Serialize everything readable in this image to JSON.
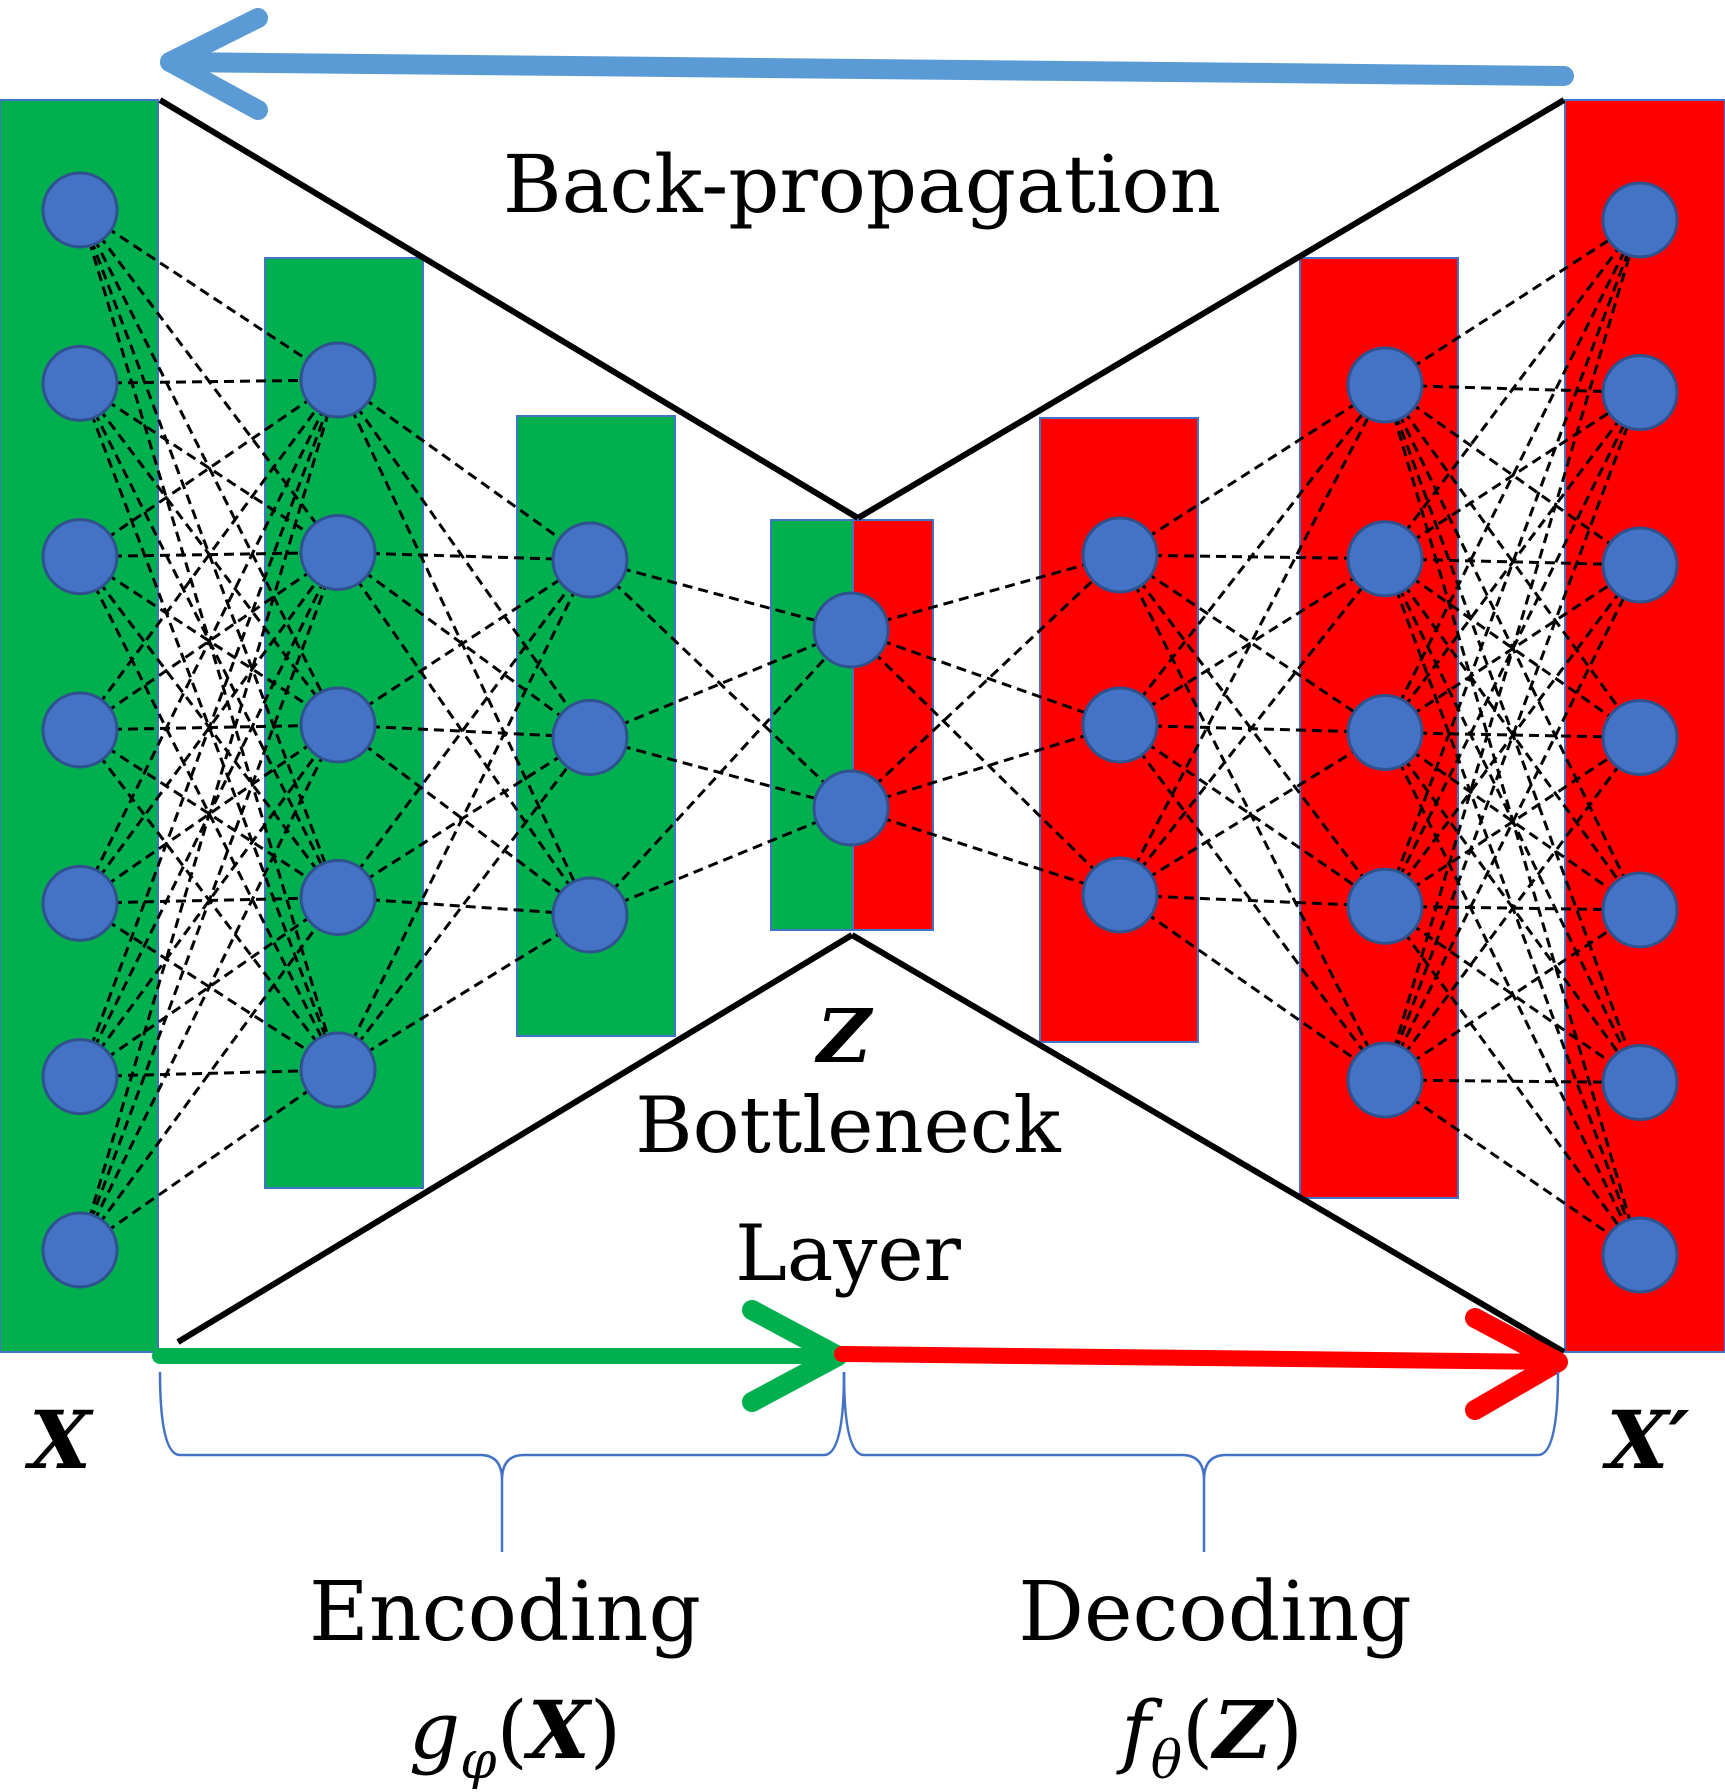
{
  "title": "",
  "colors": {
    "encoder": "#00B04F",
    "decoder": "#FF0000",
    "node": "#4472C4",
    "node_stroke": "#2F528F",
    "backprop_arrow": "#5B9BD5",
    "hourglass": "#000000",
    "brace": "#4472C4"
  },
  "labels": {
    "backprop": "Back-propagation",
    "input": "X",
    "output": "X′",
    "latent": "Z",
    "bottleneck_line1": "Bottleneck",
    "bottleneck_line2": "Layer",
    "encoding": "Encoding",
    "decoding": "Decoding",
    "encoder_fn_base": "g",
    "encoder_fn_sub": "φ",
    "encoder_fn_open": "(",
    "encoder_fn_arg": "X",
    "encoder_fn_close": ")",
    "decoder_fn_base": "f",
    "decoder_fn_sub": "θ",
    "decoder_fn_open": "(",
    "decoder_fn_arg": "Z",
    "decoder_fn_close": ")"
  },
  "layers": [
    {
      "name": "input",
      "role": "encoder",
      "nodes": 7
    },
    {
      "name": "encoder-hidden-1",
      "role": "encoder",
      "nodes": 5
    },
    {
      "name": "encoder-hidden-2",
      "role": "encoder",
      "nodes": 3
    },
    {
      "name": "bottleneck",
      "role": "bottleneck",
      "nodes": 2
    },
    {
      "name": "decoder-hidden-1",
      "role": "decoder",
      "nodes": 3
    },
    {
      "name": "decoder-hidden-2",
      "role": "decoder",
      "nodes": 5
    },
    {
      "name": "output",
      "role": "decoder",
      "nodes": 7
    }
  ]
}
